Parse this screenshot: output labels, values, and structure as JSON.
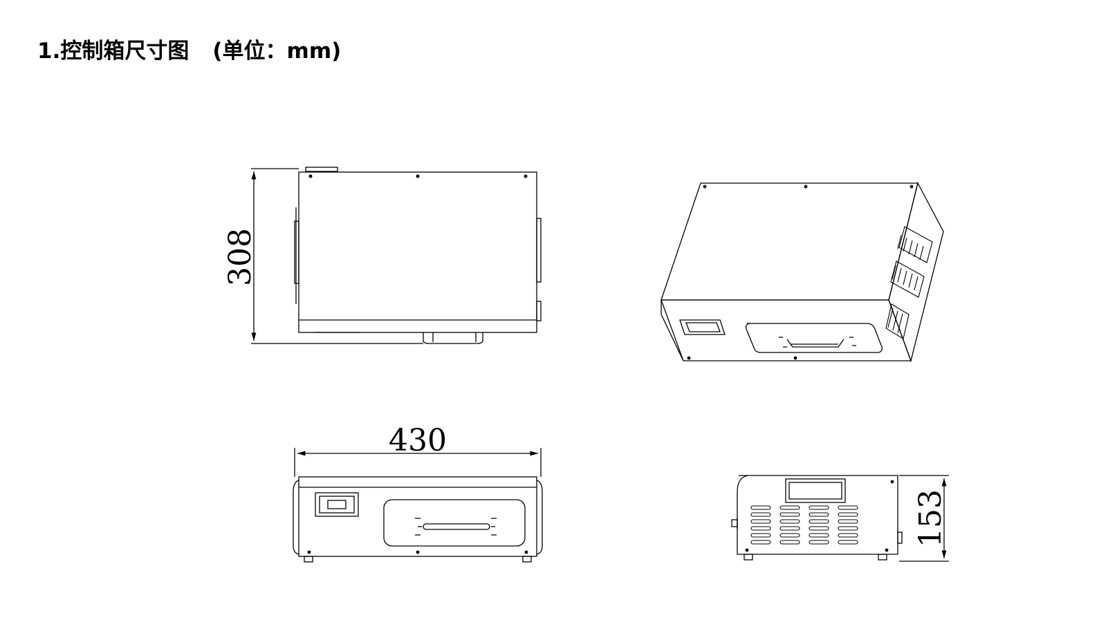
{
  "title": {
    "main": "1.控制箱尺寸图",
    "unit": "(单位：mm)"
  },
  "dimensions": {
    "depth": "308",
    "width": "430",
    "height": "153"
  },
  "colors": {
    "line": "#000000",
    "background": "#ffffff"
  }
}
